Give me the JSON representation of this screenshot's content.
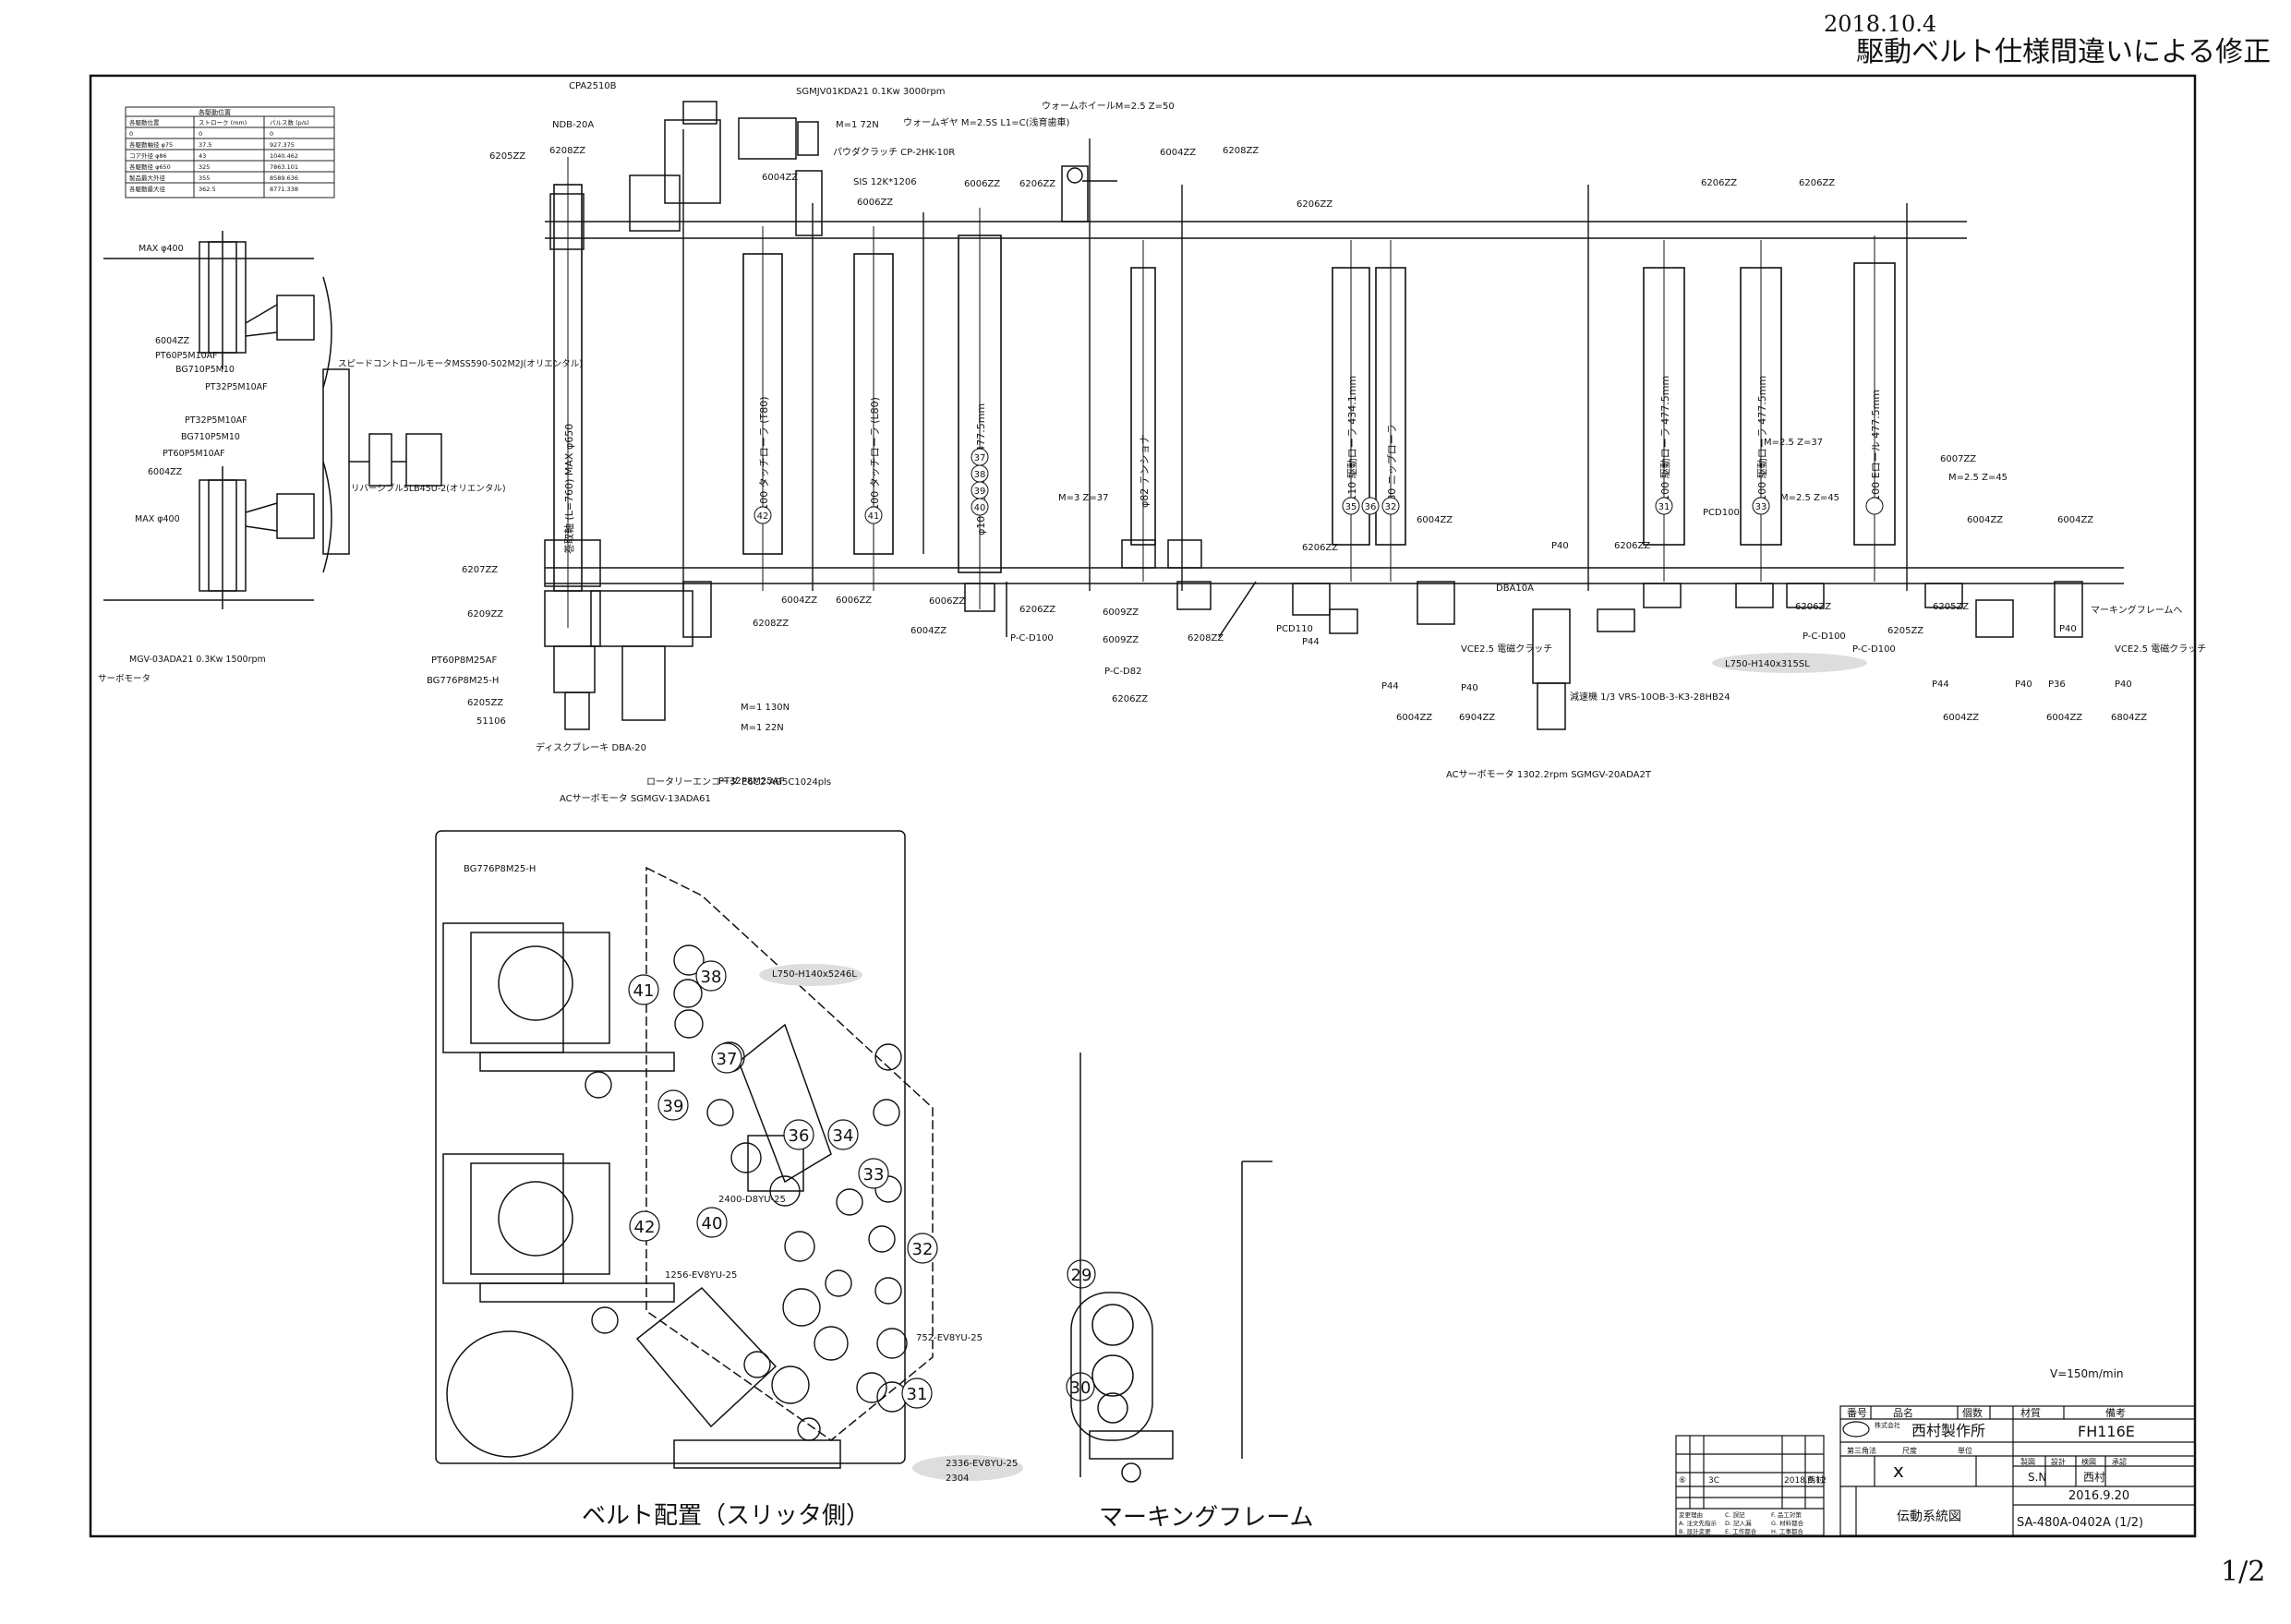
{
  "revision_note": {
    "date": "2018.10.4",
    "text": "駆動ベルト仕様間違いによる修正"
  },
  "sheet_no": "1/2",
  "speed": "V=150m/min",
  "stroke_table": {
    "title": "各駆動位置",
    "headers": [
      "各駆動位置",
      "ストローク (mm)",
      "パルス数 (p/s)"
    ],
    "rows": [
      [
        "0",
        "0",
        "0"
      ],
      [
        "各駆動軸径 φ75",
        "37.5",
        "927.375"
      ],
      [
        "コア外径 φ86",
        "43",
        "1040.462"
      ],
      [
        "各駆動径 φ650",
        "325",
        "7863.101"
      ],
      [
        "製品最大外径",
        "355",
        "8589.636"
      ],
      [
        "各駆動最大径",
        "362.5",
        "8771.338"
      ]
    ]
  },
  "left_labels": [
    "MAX φ400",
    "6004ZZ",
    "PT60P5M10AF",
    "BG710P5M10",
    "PT32P5M10AF",
    "PT32P5M10AF",
    "BG710P5M10",
    "PT60P5M10AF",
    "6004ZZ",
    "MAX φ400",
    "MGV-03ADA21 0.3Kw 1500rpm",
    "サーボモータ",
    "スピードコントロールモータMSS590-502M2J(オリエンタル)",
    "リバーシブル5LB45U-2(オリエンタル)"
  ],
  "top_labels": [
    "CPA2510B",
    "SGMJV01KDA21 0.1Kw 3000rpm",
    "NDB-20A",
    "M=1 72N",
    "ウォームホイールM=2.5 Z=50",
    "パウダクラッチ CP-2HK-10R",
    "ウォームギヤ M=2.5S L1=C(浅育歯車)",
    "6205ZZ",
    "6208ZZ",
    "6004ZZ",
    "SIS 12K*1206",
    "6006ZZ",
    "6006ZZ",
    "6206ZZ",
    "6004ZZ",
    "6208ZZ",
    "6206ZZ",
    "6206ZZ",
    "6206ZZ"
  ],
  "roller_labels": [
    "巻取軸 (L=760) MAX φ650",
    "φ100 タッチローラ (T80)",
    "φ100 タッチローラ (L80)",
    "φ100 駆動ローラ 477.5mm",
    "φ82 テンショナ",
    "φ110 駆動ローラ 434.1mm",
    "φ80 ニップローラ",
    "φ100 駆動ローラ 477.5mm",
    "φ100 駆動ローラ 477.5mm",
    "φ100 Eロール 477.5mm"
  ],
  "roller_numbers": [
    "42",
    "41",
    "37",
    "38",
    "39",
    "40",
    "36",
    "35",
    "32",
    "31",
    "33"
  ],
  "lower_labels": [
    "6207ZZ",
    "6209ZZ",
    "PT60P8M25AF",
    "BG776P8M25-H",
    "6205ZZ",
    "51106",
    "ディスクブレーキ DBA-20",
    "ACサーボモータ SGMGV-13ADA61",
    "ロータリーエンコーダ E6C2-AG5C1024pls",
    "PT32P8M25AF",
    "M=1 130N",
    "M=1 22N",
    "6208ZZ",
    "6004ZZ",
    "6006ZZ",
    "6004ZZ",
    "6006ZZ",
    "6206ZZ",
    "P-C-D100",
    "M=3 Z=37",
    "6009ZZ",
    "6009ZZ",
    "P-C-D82",
    "6208ZZ",
    "6206ZZ",
    "PCD110",
    "P44",
    "6206ZZ",
    "6004ZZ",
    "VCE2.5 電磁クラッチ",
    "P40",
    "P44",
    "6004ZZ",
    "6904ZZ",
    "DBA10A",
    "P40",
    "減速機 1/3 VRS-10OB-3-K3-28HB24",
    "ACサーボモータ 1302.2rpm SGMGV-20ADA2T",
    "6206ZZ",
    "PCD100",
    "6206ZZ",
    "P-C-D100",
    "M=2.5 Z=45",
    "M=2.5 Z=37",
    "6007ZZ",
    "M=2.5 Z=45",
    "6205ZZ",
    "6205ZZ",
    "P-C-D100",
    "6004ZZ",
    "6004ZZ",
    "マーキングフレームへ",
    "VCE2.5 電磁クラッチ",
    "P40",
    "P44",
    "P40",
    "6004ZZ",
    "P36",
    "6004ZZ",
    "P40",
    "6804ZZ"
  ],
  "belt_note": "L750-H140x315SL",
  "belt_labels": [
    "BG776P8M25-H",
    "L750-H140x5246L",
    "2400-D8YU-25",
    "1256-EV8YU-25",
    "752-EV8YU-25",
    "2336-EV8YU-25",
    "2304"
  ],
  "marking_numbers": [
    "29",
    "30"
  ],
  "view_titles": [
    "ベルト配置（スリッタ側）",
    "マーキングフレーム"
  ],
  "title_block": {
    "headers": [
      "番号",
      "品名",
      "個数",
      "材質",
      "備考"
    ],
    "company": "西村製作所",
    "company_prefix": "株式会社",
    "model": "FH116E",
    "row3": [
      "第三角法",
      "尺度",
      "単位"
    ],
    "scale": "x",
    "roles": [
      "製図",
      "設計",
      "検図",
      "承認"
    ],
    "drawer": "S.N",
    "approver": "西村",
    "date": "2016.9.20",
    "drawing_name": "伝動系統図",
    "drawing_no": "SA-480A-0402A (1/2)",
    "revision_rows": [
      [
        "⑥",
        "3C",
        "2018.9.12",
        "西村"
      ]
    ],
    "legend": [
      "変更理由",
      "A. 注文先指示",
      "B. 設計変更",
      "C. 誤記",
      "D. 記入漏",
      "E. 工作都合",
      "F. 品工対策",
      "G. 材料都合",
      "H. 工事都合"
    ]
  }
}
